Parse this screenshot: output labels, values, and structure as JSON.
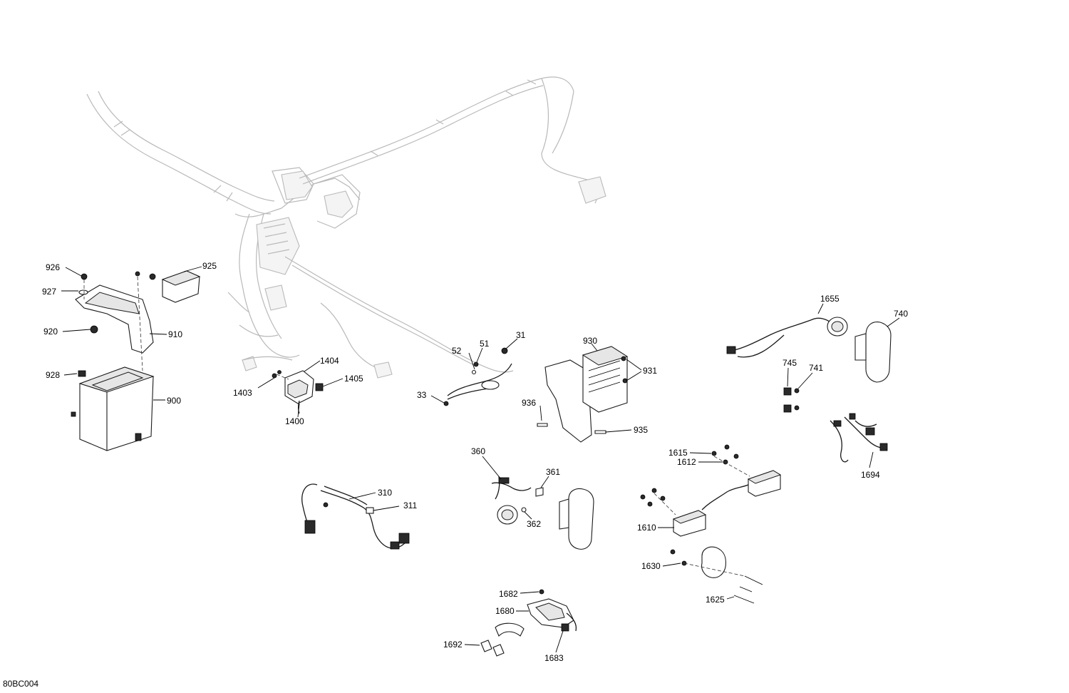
{
  "diagram": {
    "reference_code": "80BC004",
    "callouts": [
      {
        "id": "926",
        "text": "926"
      },
      {
        "id": "927",
        "text": "927"
      },
      {
        "id": "925",
        "text": "925"
      },
      {
        "id": "920",
        "text": "920"
      },
      {
        "id": "910",
        "text": "910"
      },
      {
        "id": "928",
        "text": "928"
      },
      {
        "id": "900",
        "text": "900"
      },
      {
        "id": "1404",
        "text": "1404"
      },
      {
        "id": "1405",
        "text": "1405"
      },
      {
        "id": "1403",
        "text": "1403"
      },
      {
        "id": "1400",
        "text": "1400"
      },
      {
        "id": "52",
        "text": "52"
      },
      {
        "id": "51",
        "text": "51"
      },
      {
        "id": "31",
        "text": "31"
      },
      {
        "id": "33",
        "text": "33"
      },
      {
        "id": "930",
        "text": "930"
      },
      {
        "id": "931",
        "text": "931"
      },
      {
        "id": "936",
        "text": "936"
      },
      {
        "id": "935",
        "text": "935"
      },
      {
        "id": "1655",
        "text": "1655"
      },
      {
        "id": "740",
        "text": "740"
      },
      {
        "id": "745",
        "text": "745"
      },
      {
        "id": "741",
        "text": "741"
      },
      {
        "id": "1694",
        "text": "1694"
      },
      {
        "id": "360",
        "text": "360"
      },
      {
        "id": "361",
        "text": "361"
      },
      {
        "id": "362",
        "text": "362"
      },
      {
        "id": "310",
        "text": "310"
      },
      {
        "id": "311",
        "text": "311"
      },
      {
        "id": "1615",
        "text": "1615"
      },
      {
        "id": "1612",
        "text": "1612"
      },
      {
        "id": "1610",
        "text": "1610"
      },
      {
        "id": "1630",
        "text": "1630"
      },
      {
        "id": "1625",
        "text": "1625"
      },
      {
        "id": "1682",
        "text": "1682"
      },
      {
        "id": "1680",
        "text": "1680"
      },
      {
        "id": "1692",
        "text": "1692"
      },
      {
        "id": "1683",
        "text": "1683"
      }
    ]
  }
}
